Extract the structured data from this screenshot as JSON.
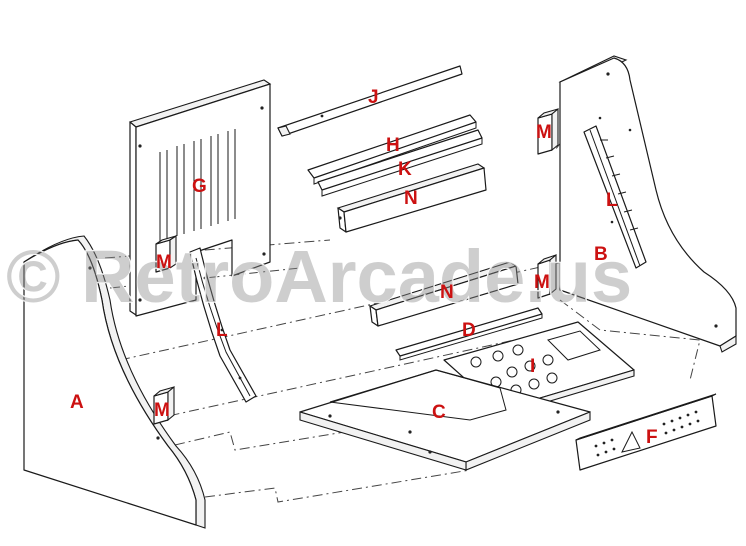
{
  "watermark": {
    "text": "© RetroArcade.us"
  },
  "parts": {
    "A": "A",
    "B": "B",
    "C": "C",
    "D": "D",
    "F": "F",
    "G": "G",
    "H": "H",
    "I": "I",
    "J": "J",
    "K": "K",
    "L": "L",
    "M": "M",
    "N": "N"
  },
  "colors": {
    "label": "#cc1111",
    "line": "#1a1a1a",
    "watermark": "#8a8a8a"
  }
}
